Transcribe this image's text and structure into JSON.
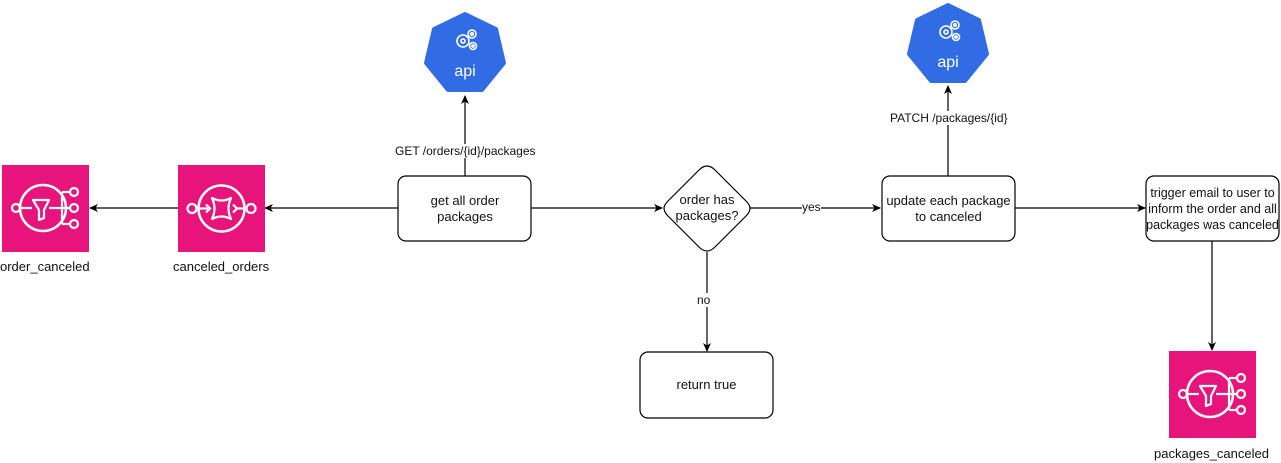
{
  "colors": {
    "aws_pink": "#E7157B",
    "k8s_blue": "#326CE5",
    "stroke": "#000000"
  },
  "nodes": {
    "order_canceled_icon": {
      "label": "order_canceled",
      "icon": "sns-topic-icon"
    },
    "canceled_orders_icon": {
      "label": "canceled_orders",
      "icon": "eventbridge-bus-icon"
    },
    "api_top_left": {
      "label": "api",
      "icon": "kubernetes-api-icon"
    },
    "api_top_right": {
      "label": "api",
      "icon": "kubernetes-api-icon"
    },
    "get_packages": {
      "label": "get all order packages"
    },
    "decision": {
      "label": "order has packages?"
    },
    "update_packages": {
      "label": "update each package to canceled"
    },
    "trigger_email": {
      "label": "trigger email to user to inform the order and all packages was canceled"
    },
    "return_true": {
      "label": "return true"
    },
    "packages_canceled_icon": {
      "label": "packages_canceled",
      "icon": "sns-topic-icon"
    }
  },
  "edges": {
    "get_to_api": "GET /orders/{id}/packages",
    "update_to_api": "PATCH /packages/{id}",
    "decision_yes": "yes",
    "decision_no": "no"
  }
}
